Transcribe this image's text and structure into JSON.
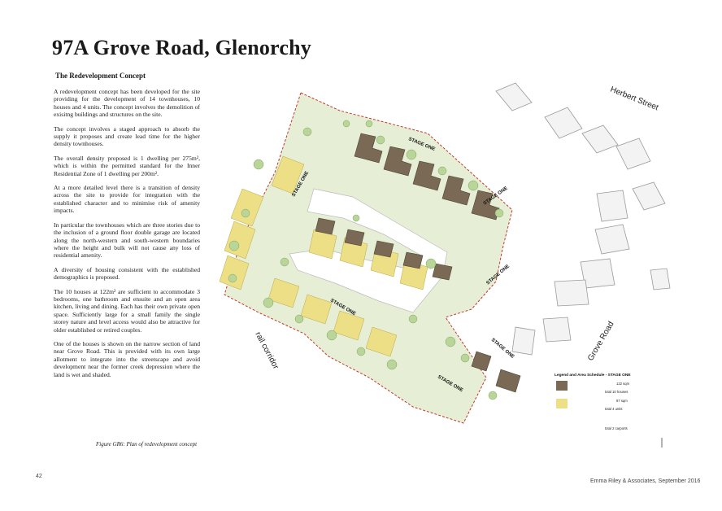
{
  "page_title": "97A Grove Road, Glenorchy",
  "section_heading": "The Redevelopment Concept",
  "paragraphs": [
    "A redevelopment concept has been developed for the site providing for the development of 14 townhouses, 10 houses and 4 units. The concept involves the demolition of exisitng buildings and structures on the site.",
    "The concept involves a staged approach to absorb the supply it proposes and create lead time for the higher density townhouses.",
    "The overall density proposed is 1 dwelling per 275m², which is within the permitted standard for the Inner Residential Zone of 1 dwelling per 200m².",
    "At a more detailed level there is a transition of density across the site to provide for integration with the established character and to minimise risk of amenity impacts.",
    "In particular the townhouses which are three stories due to the inclusion of a ground floor double garage are located along the north-western and south-western boundaries where the height and bulk will not cause any loss of residential amenity.",
    "A diversity of housing consistent with the established demographics is proposed.",
    "The 10 houses at 122m² are sufficient to accommodate 3 bedrooms, one bathroom and ensuite and an open area kitchen, living and dining. Each has their own private open space. Sufficiently large for a small family the single storey nature and level access would also be attractive for older established or retired couples.",
    "One of the houses is shown on the narrow section of land near Grove Road. This is provided with its own large allotment to integrate into the streetscape and avoid development near the former creek depression where the land is wet and shaded."
  ],
  "figure_caption": "Figure GR6: Plan of redevelopment concept",
  "page_number": "42",
  "footer": "Emma Riley & Associates, September 2016",
  "plan": {
    "street_labels": {
      "herbert": "Herbert Street",
      "grove": "Grove Road",
      "rail": "rail corridor"
    },
    "stage_label": "STAGE ONE",
    "legend": {
      "title": "Legend and Area Schedule - STAGE ONE",
      "houses_area": "122 sqm",
      "houses_total": "total 10 houses",
      "units_area": "87 sqm",
      "units_total": "total 4 units",
      "carports_total": "total 2 carports"
    },
    "colors": {
      "house": "#7a6a55",
      "unit": "#ecdf86",
      "lawn": "#e6efd6",
      "tree": "#b9d59a",
      "boundary": "#c0392b"
    }
  }
}
